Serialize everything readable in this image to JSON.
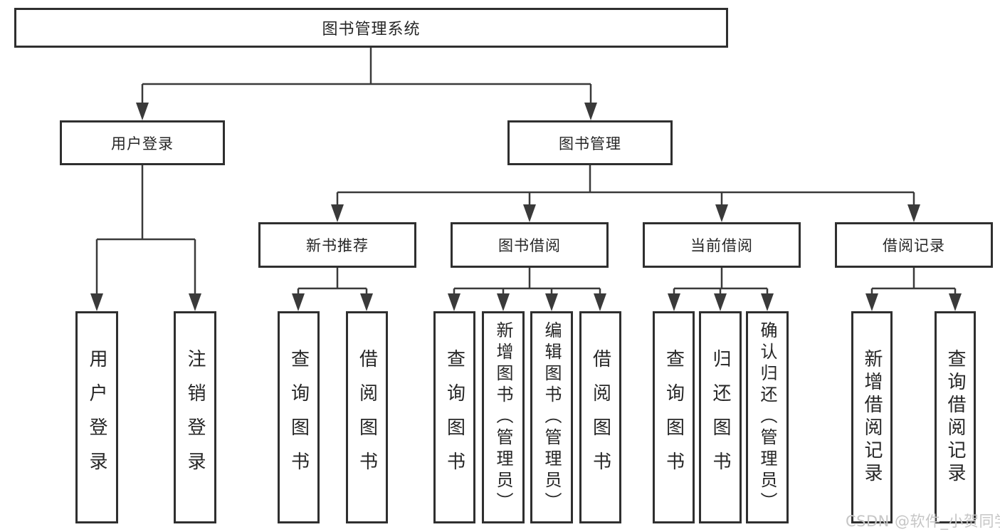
{
  "diagram": {
    "root": "图书管理系统",
    "level1": {
      "user_login": "用户登录",
      "book_mgmt": "图书管理"
    },
    "level2": {
      "new_rec": "新书推荐",
      "borrow": "图书借阅",
      "current": "当前借阅",
      "records": "借阅记录"
    },
    "leaves": {
      "user_login": "用户登录",
      "logout": "注销登录",
      "rec_query": "查询图书",
      "rec_borrow": "借阅图书",
      "bb_query": "查询图书",
      "bb_add": "新增图书（管理员）",
      "bb_edit": "编辑图书（管理员）",
      "bb_borrow": "借阅图书",
      "cb_query": "查询图书",
      "cb_return": "归还图书",
      "cb_confirm": "确认归还（管理员）",
      "br_add": "新增借阅记录",
      "br_query": "查询借阅记录"
    }
  },
  "watermark": "CSDN @软件_小贺同学",
  "colors": {
    "line": "#3a3a3a",
    "border": "#2f2f2f",
    "text": "#262626",
    "watermark": "#c6c6c6",
    "background": "#ffffff"
  }
}
